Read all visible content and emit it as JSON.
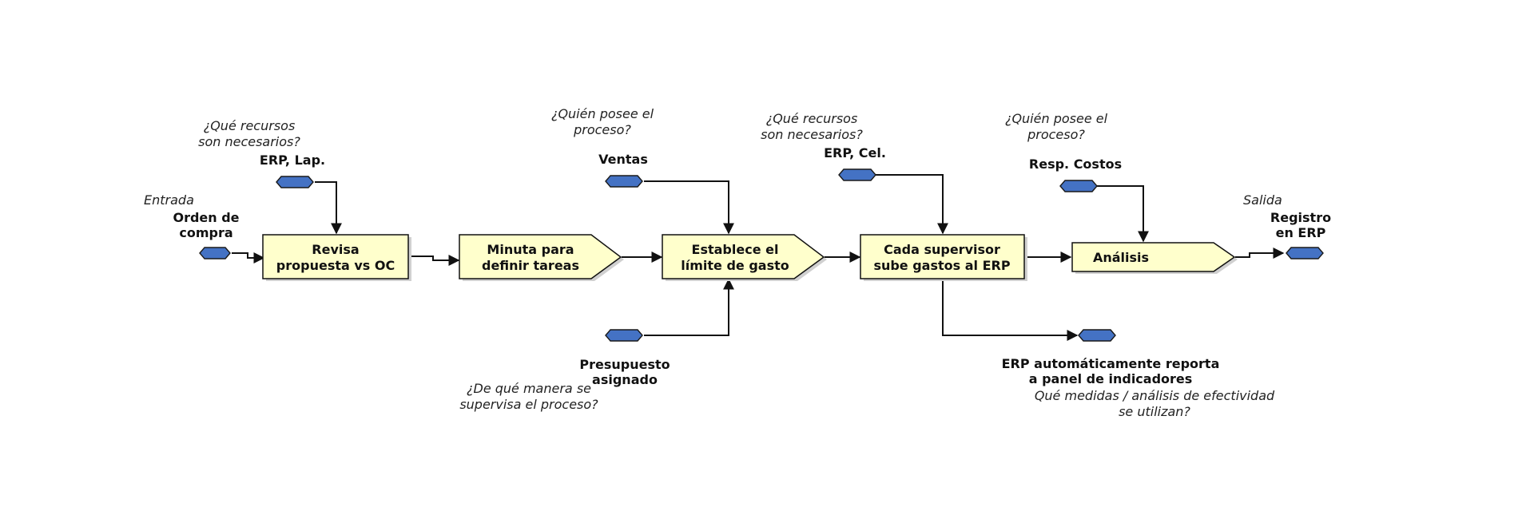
{
  "input": {
    "caption": "Entrada",
    "label": [
      "Orden de",
      "compra"
    ]
  },
  "output": {
    "caption": "Salida",
    "label": [
      "Registro",
      "en ERP"
    ]
  },
  "processes": [
    {
      "label": [
        "Revisa",
        "propuesta vs OC"
      ]
    },
    {
      "label": [
        "Minuta para",
        "definir tareas"
      ]
    },
    {
      "label": [
        "Establece el",
        "límite de gasto"
      ]
    },
    {
      "label": [
        "Cada supervisor",
        "sube gastos al ERP"
      ]
    },
    {
      "label": [
        "Análisis"
      ]
    }
  ],
  "resources": [
    {
      "question": [
        "¿Qué recursos",
        "son necesarios?"
      ],
      "label": [
        "ERP, Lap."
      ]
    },
    {
      "question": [
        "¿Quién posee el",
        "proceso?"
      ],
      "label": [
        "Ventas"
      ]
    },
    {
      "question": [
        "¿Qué recursos",
        "son necesarios?"
      ],
      "label": [
        "ERP, Cel."
      ]
    },
    {
      "question": [
        "¿Quién posee el",
        "proceso?"
      ],
      "label": [
        "Resp. Costos"
      ]
    }
  ],
  "supervision": {
    "label": [
      "Presupuesto",
      "asignado"
    ],
    "question": [
      "¿De qué manera se",
      "supervisa el proceso?"
    ]
  },
  "metrics": {
    "label": [
      "ERP automáticamente reporta",
      "a panel de indicadores"
    ],
    "question": [
      "Qué medidas / análisis de efectividad",
      "se utilizan?"
    ]
  },
  "colors": {
    "box_fill": "#ffffcc",
    "hex_fill": "#4472c4",
    "line": "#111111"
  }
}
